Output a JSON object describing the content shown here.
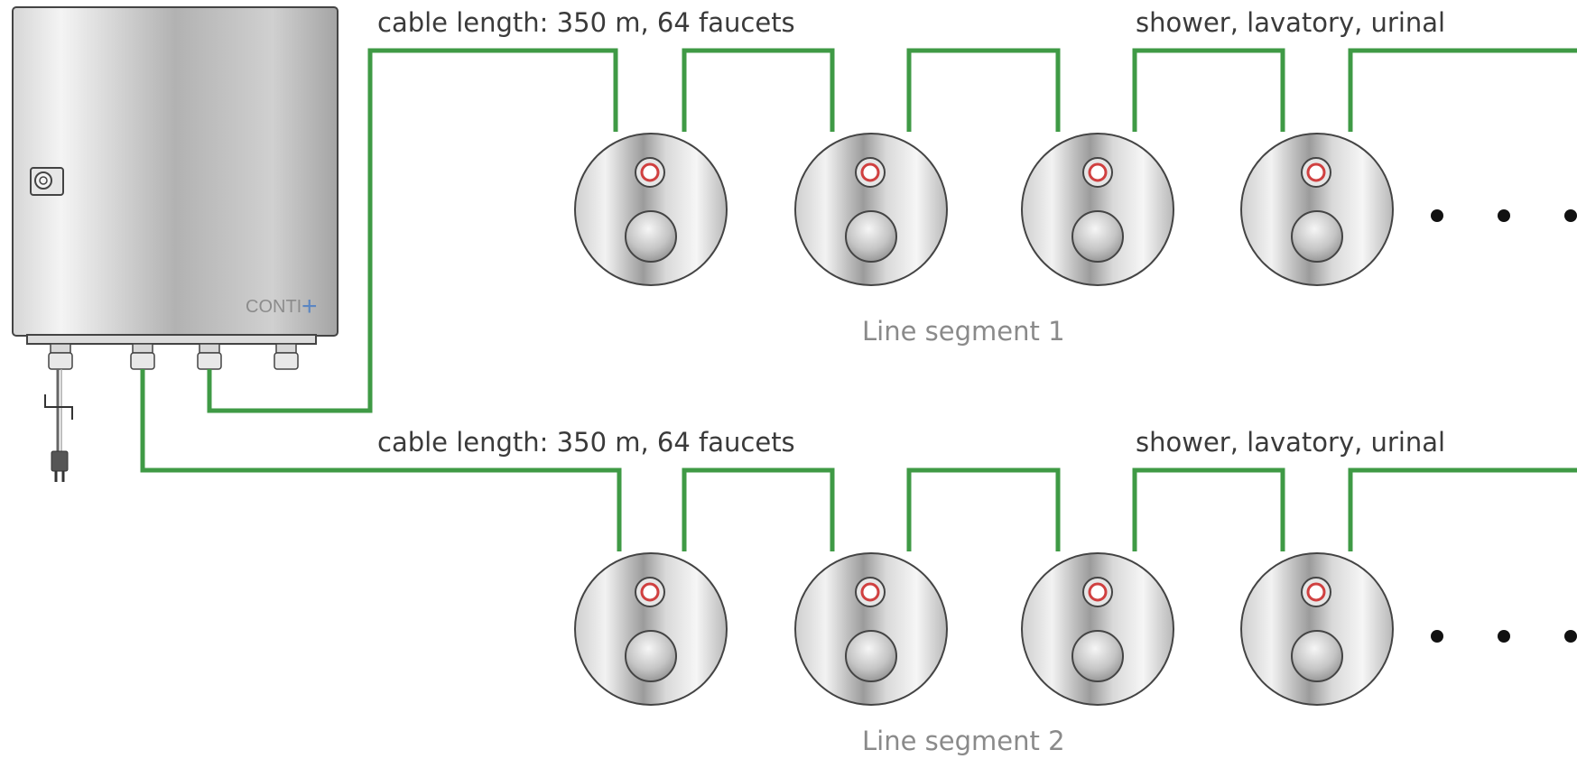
{
  "controller": {
    "brand": "CONTI",
    "brand_plus": "+"
  },
  "lines": [
    {
      "cable_label": "cable length: 350 m, 64 faucets",
      "types_label": "shower, lavatory, urinal",
      "segment_label": "Line segment 1",
      "faucet_count_shown": 4,
      "continuation_dots": 3
    },
    {
      "cable_label": "cable length: 350 m, 64 faucets",
      "types_label": "shower, lavatory, urinal",
      "segment_label": "Line segment 2",
      "faucet_count_shown": 4,
      "continuation_dots": 3
    }
  ],
  "colors": {
    "cable": "#3f9a45",
    "ring": "#d04040",
    "outline": "#444444"
  },
  "icons": {
    "power_plug": "power-plug-icon",
    "lock": "lock-icon"
  }
}
